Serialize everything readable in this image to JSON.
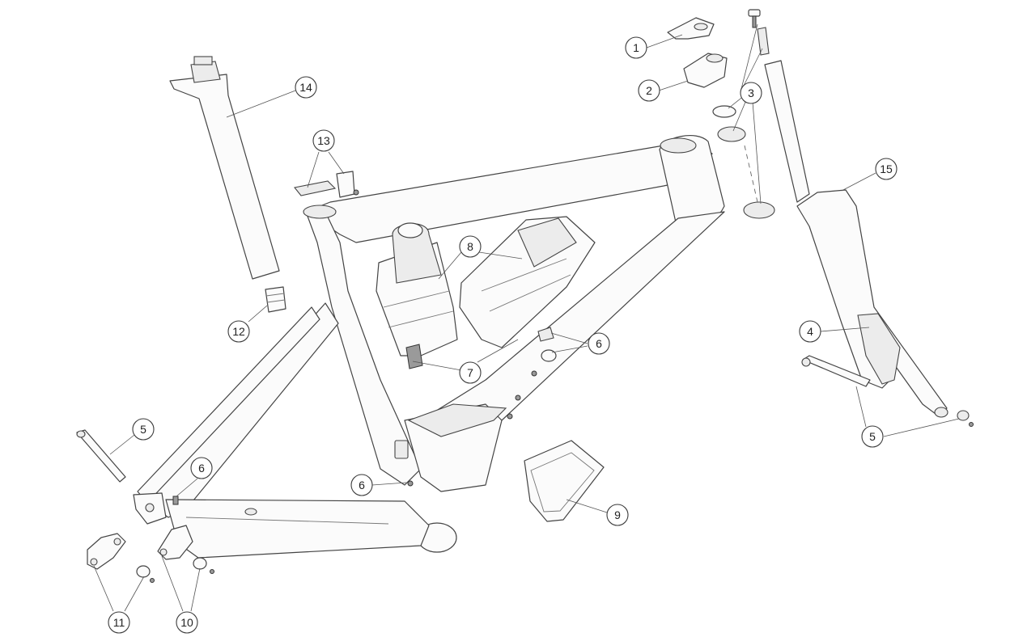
{
  "callouts": [
    {
      "id": "c1",
      "label": "1"
    },
    {
      "id": "c2",
      "label": "2"
    },
    {
      "id": "c3",
      "label": "3"
    },
    {
      "id": "c4",
      "label": "4"
    },
    {
      "id": "c5a",
      "label": "5"
    },
    {
      "id": "c5b",
      "label": "5"
    },
    {
      "id": "c6a",
      "label": "6"
    },
    {
      "id": "c6b",
      "label": "6"
    },
    {
      "id": "c6c",
      "label": "6"
    },
    {
      "id": "c7",
      "label": "7"
    },
    {
      "id": "c8",
      "label": "8"
    },
    {
      "id": "c9",
      "label": "9"
    },
    {
      "id": "c10",
      "label": "10"
    },
    {
      "id": "c11",
      "label": "11"
    },
    {
      "id": "c12",
      "label": "12"
    },
    {
      "id": "c13",
      "label": "13"
    },
    {
      "id": "c14",
      "label": "14"
    },
    {
      "id": "c15",
      "label": "15"
    }
  ]
}
